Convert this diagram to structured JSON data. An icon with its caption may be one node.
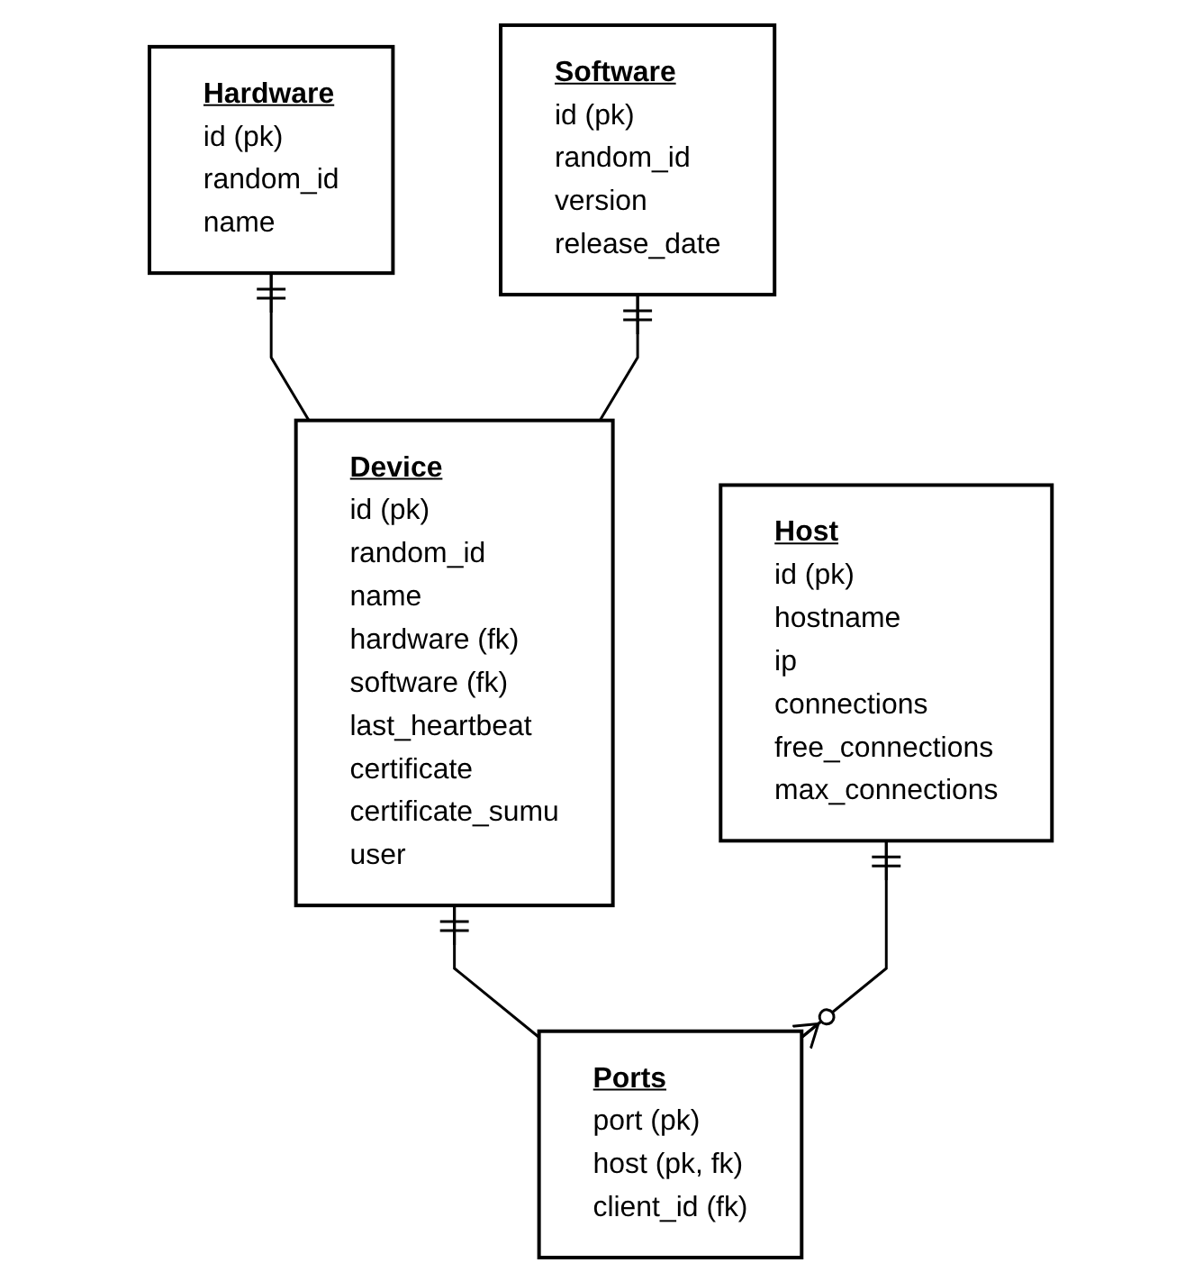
{
  "diagram": {
    "nodes": [
      {
        "text": [
          "Hardware",
          "id (pk)",
          "random_id",
          "name"
        ]
      },
      {
        "text": [
          "Software",
          "id (pk)",
          "random_id",
          "version",
          "release_date"
        ]
      },
      {
        "text": [
          "Device",
          "id (pk)",
          "random_id",
          "name",
          "hardware (fk)",
          "software (fk)",
          "last_heartbeat",
          "certificate",
          "certificate_sumu",
          "user"
        ]
      },
      {
        "text": [
          "Host",
          "id (pk)",
          "hostname",
          "ip",
          "connections",
          "free_connections",
          "max_connections"
        ]
      },
      {
        "text": [
          "Ports",
          "port (pk)",
          "host (pk, fk)",
          "client_id (fk)"
        ]
      }
    ],
    "edges": [
      {
        "from": 0,
        "to": 2,
        "arrow": "other"
      },
      {
        "from": 1,
        "to": 2,
        "arrow": "other"
      },
      {
        "from": 2,
        "to": 4,
        "arrow": "other"
      },
      {
        "from": 3,
        "to": 4,
        "arrow": "other"
      }
    ]
  }
}
